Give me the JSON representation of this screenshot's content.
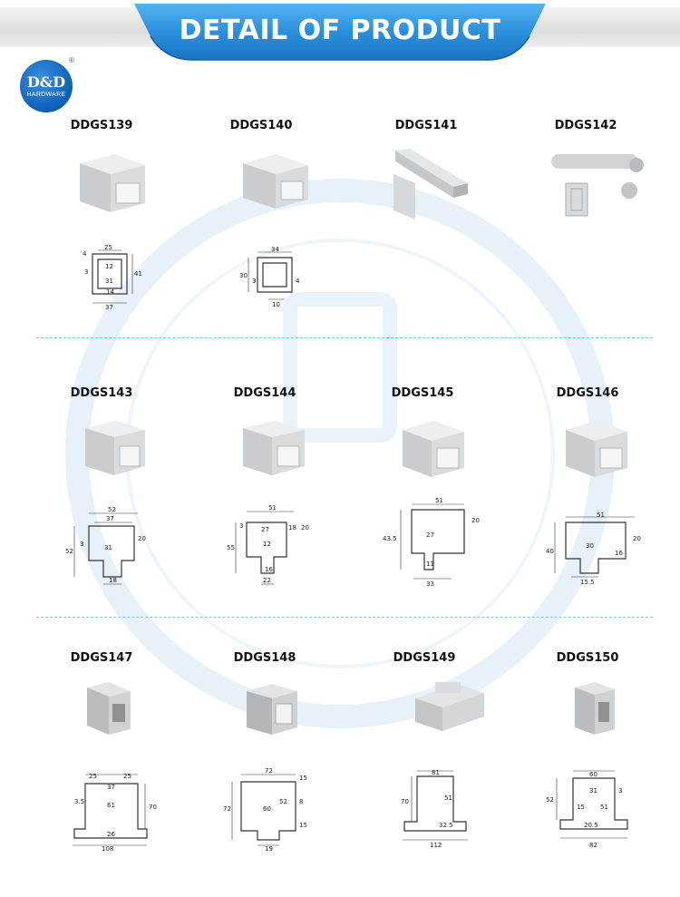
{
  "header": {
    "title": "DETAIL OF PRODUCT"
  },
  "logo": {
    "main": "D&D",
    "sub": "HARDWARE",
    "registered": "®"
  },
  "colors": {
    "banner": "#2a8fdc",
    "logo": "#0c5fb8",
    "separator": "#7fc3e4",
    "aluminum": "#d3d6d8"
  },
  "products": [
    {
      "code": "DDGS139",
      "dims": [
        "25",
        "4",
        "12",
        "3",
        "31",
        "14",
        "37",
        "41"
      ]
    },
    {
      "code": "DDGS140",
      "dims": [
        "34",
        "30",
        "3",
        "4",
        "10"
      ]
    },
    {
      "code": "DDGS141",
      "dims": []
    },
    {
      "code": "DDGS142",
      "dims": []
    },
    {
      "code": "DDGS143",
      "dims": [
        "52",
        "37",
        "3",
        "31",
        "20",
        "52",
        "18"
      ]
    },
    {
      "code": "DDGS144",
      "dims": [
        "51",
        "27",
        "3",
        "18",
        "20",
        "12",
        "55",
        "16",
        "22"
      ]
    },
    {
      "code": "DDGS145",
      "dims": [
        "51",
        "20",
        "43.5",
        "27",
        "11",
        "33"
      ]
    },
    {
      "code": "DDGS146",
      "dims": [
        "51",
        "20",
        "40",
        "30",
        "16",
        "15.5"
      ]
    },
    {
      "code": "DDGS147",
      "dims": [
        "25",
        "25",
        "37",
        "3.5",
        "61",
        "70",
        "26",
        "108"
      ]
    },
    {
      "code": "DDGS148",
      "dims": [
        "72",
        "15",
        "72",
        "60",
        "8",
        "52",
        "15",
        "19"
      ]
    },
    {
      "code": "DDGS149",
      "dims": [
        "81",
        "70",
        "51",
        "32.5",
        "112"
      ]
    },
    {
      "code": "DDGS150",
      "dims": [
        "60",
        "3",
        "52",
        "31",
        "15",
        "51",
        "20.5",
        "82"
      ]
    }
  ]
}
